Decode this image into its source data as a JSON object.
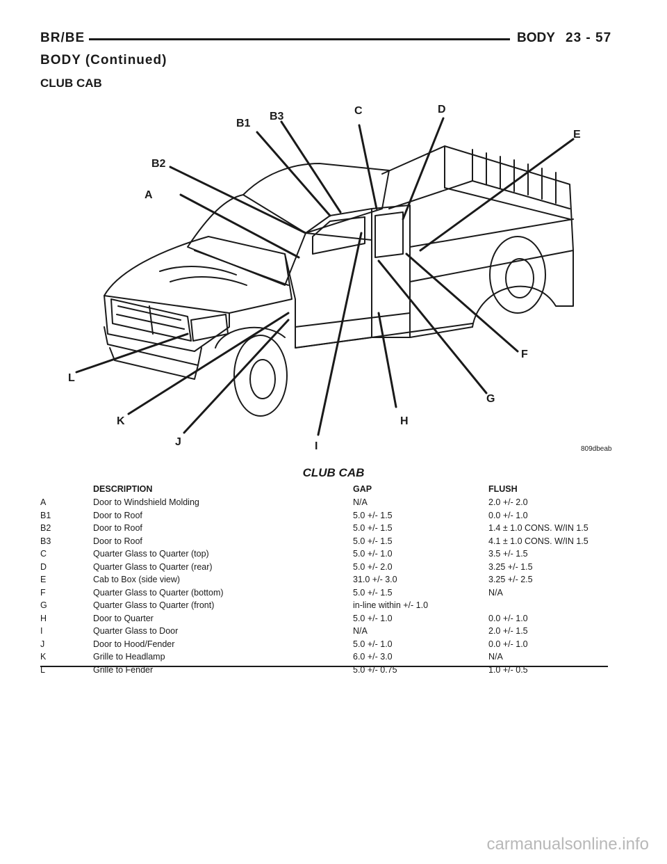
{
  "header": {
    "model": "BR/BE",
    "section": "BODY",
    "page": "23 - 57"
  },
  "section_title": "BODY (Continued)",
  "subtitle": "CLUB CAB",
  "figure": {
    "caption": "CLUB CAB",
    "code": "809dbeab",
    "labels": {
      "A": "A",
      "B1": "B1",
      "B2": "B2",
      "B3": "B3",
      "C": "C",
      "D": "D",
      "E": "E",
      "F": "F",
      "G": "G",
      "H": "H",
      "I": "I",
      "J": "J",
      "K": "K",
      "L": "L"
    }
  },
  "table": {
    "headers": {
      "code": "",
      "description": "DESCRIPTION",
      "gap": "GAP",
      "flush": "FLUSH"
    },
    "rows": [
      {
        "code": "A",
        "description": "Door to Windshield Molding",
        "gap": "N/A",
        "flush": "2.0 +/- 2.0"
      },
      {
        "code": "B1",
        "description": "Door to Roof",
        "gap": "5.0 +/- 1.5",
        "flush": "0.0 +/- 1.0"
      },
      {
        "code": "B2",
        "description": "Door to Roof",
        "gap": "5.0 +/- 1.5",
        "flush": "1.4 ± 1.0 CONS. W/IN 1.5"
      },
      {
        "code": "B3",
        "description": "Door to Roof",
        "gap": "5.0 +/- 1.5",
        "flush": "4.1 ± 1.0 CONS. W/IN 1.5"
      },
      {
        "code": "C",
        "description": "Quarter Glass to Quarter (top)",
        "gap": "5.0 +/- 1.0",
        "flush": "3.5 +/- 1.5"
      },
      {
        "code": "D",
        "description": "Quarter Glass to Quarter (rear)",
        "gap": "5.0 +/- 2.0",
        "flush": "3.25 +/- 1.5"
      },
      {
        "code": "E",
        "description": "Cab to Box (side view)",
        "gap": "31.0 +/- 3.0",
        "flush": "3.25 +/- 2.5"
      },
      {
        "code": "F",
        "description": "Quarter Glass to Quarter (bottom)",
        "gap": "5.0 +/- 1.5",
        "flush": "N/A"
      },
      {
        "code": "G",
        "description": "Quarter Glass to Quarter (front)",
        "gap": "in-line within +/- 1.0",
        "flush": ""
      },
      {
        "code": "H",
        "description": "Door to Quarter",
        "gap": "5.0 +/- 1.0",
        "flush": "0.0 +/- 1.0"
      },
      {
        "code": "I",
        "description": "Quarter Glass to Door",
        "gap": "N/A",
        "flush": "2.0 +/- 1.5"
      },
      {
        "code": "J",
        "description": "Door to Hood/Fender",
        "gap": "5.0 +/- 1.0",
        "flush": "0.0 +/- 1.0"
      },
      {
        "code": "K",
        "description": "Grille to Headlamp",
        "gap": "6.0 +/- 3.0",
        "flush": "N/A"
      },
      {
        "code": "L",
        "description": "Grille to Fender",
        "gap": "5.0 +/- 0.75",
        "flush": "1.0 +/- 0.5"
      }
    ]
  },
  "watermark": "carmanualsonline.info"
}
